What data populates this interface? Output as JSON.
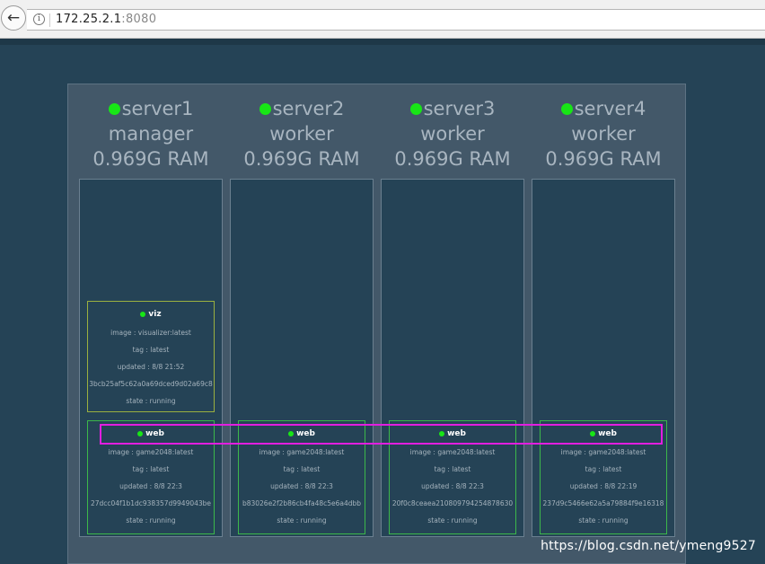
{
  "browser": {
    "back_glyph": "←",
    "info_glyph": "i",
    "url_host": "172.25.2.1",
    "url_port": ":8080",
    "reload_glyph": "↻"
  },
  "nodes": [
    {
      "name": "server1",
      "role": "manager",
      "ram": "0.969G RAM",
      "status_color": "#18e616",
      "tasks": {
        "viz": {
          "name": "viz",
          "image": "image : visualizer:latest",
          "tag": "tag : latest",
          "updated": "updated : 8/8 21:52",
          "id": "3bcb25af5c62a0a69dced9d02a69c8",
          "state": "state : running"
        },
        "web": {
          "name": "web",
          "image": "image : game2048:latest",
          "tag": "tag : latest",
          "updated": "updated : 8/8 22:3",
          "id": "27dcc04f1b1dc938357d9949043be",
          "state": "state : running"
        }
      }
    },
    {
      "name": "server2",
      "role": "worker",
      "ram": "0.969G RAM",
      "status_color": "#18e616",
      "tasks": {
        "web": {
          "name": "web",
          "image": "image : game2048:latest",
          "tag": "tag : latest",
          "updated": "updated : 8/8 22:3",
          "id": "b83026e2f2b86cb4fa48c5e6a4dbb",
          "state": "state : running"
        }
      }
    },
    {
      "name": "server3",
      "role": "worker",
      "ram": "0.969G RAM",
      "status_color": "#18e616",
      "tasks": {
        "web": {
          "name": "web",
          "image": "image : game2048:latest",
          "tag": "tag : latest",
          "updated": "updated : 8/8 22:3",
          "id": "20f0c8ceaea210809794254878630",
          "state": "state : running"
        }
      }
    },
    {
      "name": "server4",
      "role": "worker",
      "ram": "0.969G RAM",
      "status_color": "#18e616",
      "tasks": {
        "web": {
          "name": "web",
          "image": "image : game2048:latest",
          "tag": "tag : latest",
          "updated": "updated : 8/8 22:19",
          "id": "237d9c5466e62a5a79884f9e16318",
          "state": "state : running"
        }
      }
    }
  ],
  "colors": {
    "background": "#254356",
    "cluster": "#435869",
    "running": "#18e616",
    "highlight": "#e21ee0"
  },
  "watermark": "https://blog.csdn.net/ymeng9527"
}
